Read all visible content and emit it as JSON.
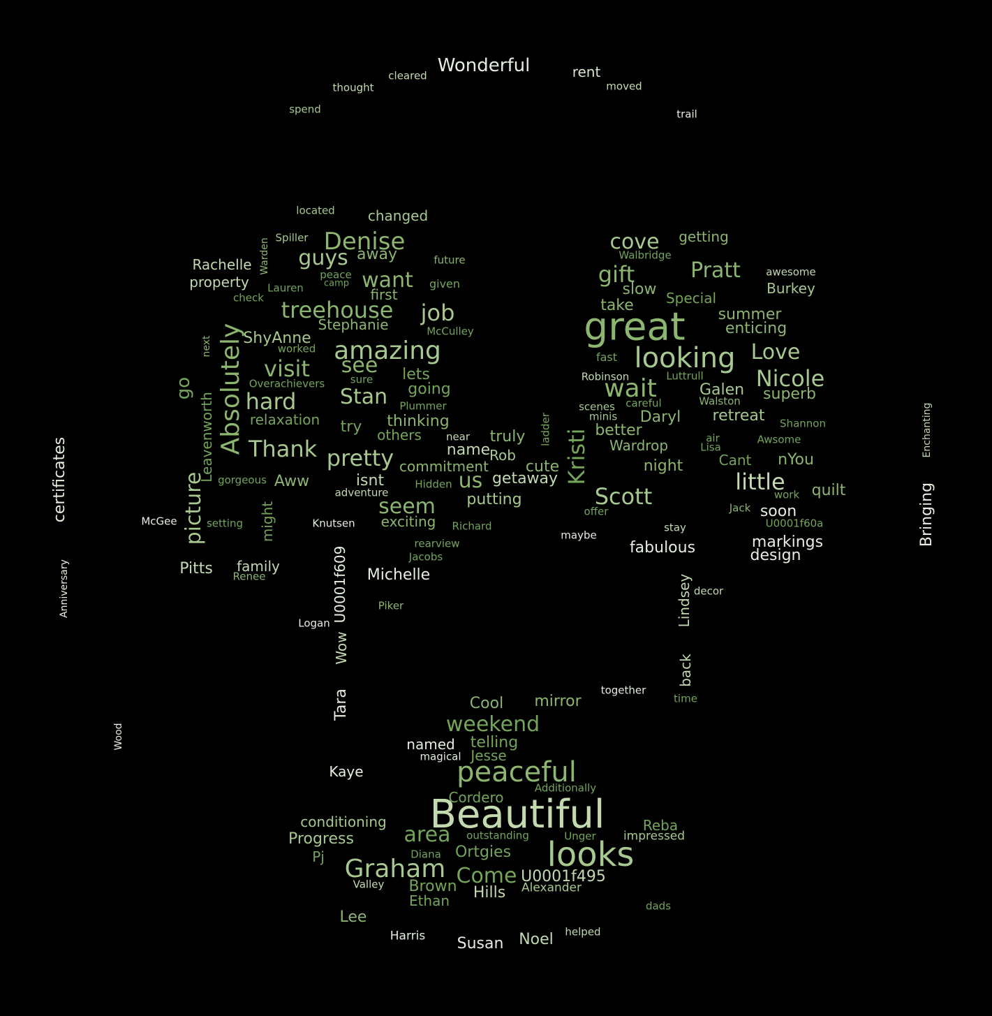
{
  "colors": {
    "background": "#000000",
    "palette": [
      "#e6eee0",
      "#c3d9b0",
      "#a7c88e",
      "#8cb570",
      "#74a55a"
    ]
  },
  "words": [
    {
      "text": "Wonderful",
      "c": "#e6eee0"
    },
    {
      "text": "rent",
      "c": "#d8e5cd"
    },
    {
      "text": "cleared",
      "c": "#c3d9b0"
    },
    {
      "text": "thought",
      "c": "#c3d9b0"
    },
    {
      "text": "moved",
      "c": "#c3d9b0"
    },
    {
      "text": "spend",
      "c": "#a7c88e"
    },
    {
      "text": "trail",
      "c": "#e6eee0"
    },
    {
      "text": "located",
      "c": "#a7c88e"
    },
    {
      "text": "changed",
      "c": "#a7c88e"
    },
    {
      "text": "Denise",
      "c": "#8cb570"
    },
    {
      "text": "Spiller",
      "c": "#a7c88e"
    },
    {
      "text": "Warden",
      "c": "#8cb570"
    },
    {
      "text": "guys",
      "c": "#a7c88e"
    },
    {
      "text": "away",
      "c": "#8cb570"
    },
    {
      "text": "future",
      "c": "#8cb570"
    },
    {
      "text": "cove",
      "c": "#a7c88e"
    },
    {
      "text": "getting",
      "c": "#8cb570"
    },
    {
      "text": "Walbridge",
      "c": "#74a55a"
    },
    {
      "text": "Rachelle",
      "c": "#c3d9b0"
    },
    {
      "text": "property",
      "c": "#c3d9b0"
    },
    {
      "text": "Lauren",
      "c": "#74a55a"
    },
    {
      "text": "peace",
      "c": "#74a55a"
    },
    {
      "text": "camp",
      "c": "#74a55a"
    },
    {
      "text": "want",
      "c": "#8cb570"
    },
    {
      "text": "given",
      "c": "#74a55a"
    },
    {
      "text": "gift",
      "c": "#8cb570"
    },
    {
      "text": "Pratt",
      "c": "#8cb570"
    },
    {
      "text": "awesome",
      "c": "#c3d9b0"
    },
    {
      "text": "slow",
      "c": "#8cb570"
    },
    {
      "text": "Burkey",
      "c": "#a7c88e"
    },
    {
      "text": "check",
      "c": "#74a55a"
    },
    {
      "text": "first",
      "c": "#8cb570"
    },
    {
      "text": "Special",
      "c": "#74a55a"
    },
    {
      "text": "treehouse",
      "c": "#8cb570"
    },
    {
      "text": "job",
      "c": "#a7c88e"
    },
    {
      "text": "take",
      "c": "#8cb570"
    },
    {
      "text": "summer",
      "c": "#8cb570"
    },
    {
      "text": "Stephanie",
      "c": "#8cb570"
    },
    {
      "text": "McCulley",
      "c": "#74a55a"
    },
    {
      "text": "great",
      "c": "#8cb570"
    },
    {
      "text": "enticing",
      "c": "#8cb570"
    },
    {
      "text": "Absolutely",
      "c": "#8cb570"
    },
    {
      "text": "next",
      "c": "#8cb570"
    },
    {
      "text": "ShyAnne",
      "c": "#a7c88e"
    },
    {
      "text": "worked",
      "c": "#74a55a"
    },
    {
      "text": "amazing",
      "c": "#a7c88e"
    },
    {
      "text": "looking",
      "c": "#a7c88e"
    },
    {
      "text": "Love",
      "c": "#a7c88e"
    },
    {
      "text": "fast",
      "c": "#74a55a"
    },
    {
      "text": "visit",
      "c": "#8cb570"
    },
    {
      "text": "see",
      "c": "#8cb570"
    },
    {
      "text": "sure",
      "c": "#74a55a"
    },
    {
      "text": "lets",
      "c": "#74a55a"
    },
    {
      "text": "Nicole",
      "c": "#a7c88e"
    },
    {
      "text": "go",
      "c": "#74a55a"
    },
    {
      "text": "Overachievers",
      "c": "#74a55a"
    },
    {
      "text": "Robinson",
      "c": "#c3d9b0"
    },
    {
      "text": "Luttrull",
      "c": "#74a55a"
    },
    {
      "text": "wait",
      "c": "#8cb570"
    },
    {
      "text": "Galen",
      "c": "#a7c88e"
    },
    {
      "text": "Leavenworth",
      "c": "#74a55a"
    },
    {
      "text": "going",
      "c": "#74a55a"
    },
    {
      "text": "Stan",
      "c": "#a7c88e"
    },
    {
      "text": "superb",
      "c": "#8cb570"
    },
    {
      "text": "hard",
      "c": "#a7c88e"
    },
    {
      "text": "Plummer",
      "c": "#74a55a"
    },
    {
      "text": "Walston",
      "c": "#8cb570"
    },
    {
      "text": "scenes",
      "c": "#a7c88e"
    },
    {
      "text": "careful",
      "c": "#74a55a"
    },
    {
      "text": "Enchanting",
      "c": "#c3d9b0"
    },
    {
      "text": "relaxation",
      "c": "#74a55a"
    },
    {
      "text": "thinking",
      "c": "#8cb570"
    },
    {
      "text": "retreat",
      "c": "#a7c88e"
    },
    {
      "text": "minis",
      "c": "#a7c88e"
    },
    {
      "text": "Daryl",
      "c": "#8cb570"
    },
    {
      "text": "Shannon",
      "c": "#74a55a"
    },
    {
      "text": "certificates",
      "c": "#e6eee0"
    },
    {
      "text": "try",
      "c": "#74a55a"
    },
    {
      "text": "Kristi",
      "c": "#74a55a"
    },
    {
      "text": "ladder",
      "c": "#74a55a"
    },
    {
      "text": "better",
      "c": "#8cb570"
    },
    {
      "text": "others",
      "c": "#74a55a"
    },
    {
      "text": "near",
      "c": "#c3d9b0"
    },
    {
      "text": "truly",
      "c": "#8cb570"
    },
    {
      "text": "air",
      "c": "#74a55a"
    },
    {
      "text": "Awsome",
      "c": "#74a55a"
    },
    {
      "text": "Thank",
      "c": "#a7c88e"
    },
    {
      "text": "Wardrop",
      "c": "#8cb570"
    },
    {
      "text": "Lisa",
      "c": "#74a55a"
    },
    {
      "text": "name",
      "c": "#c3d9b0"
    },
    {
      "text": "pretty",
      "c": "#a7c88e"
    },
    {
      "text": "Rob",
      "c": "#a7c88e"
    },
    {
      "text": "commitment",
      "c": "#8cb570"
    },
    {
      "text": "cute",
      "c": "#8cb570"
    },
    {
      "text": "night",
      "c": "#8cb570"
    },
    {
      "text": "Cant",
      "c": "#74a55a"
    },
    {
      "text": "nYou",
      "c": "#8cb570"
    },
    {
      "text": "Bringing",
      "c": "#e6eee0"
    },
    {
      "text": "picture",
      "c": "#a7c88e"
    },
    {
      "text": "Aww",
      "c": "#8cb570"
    },
    {
      "text": "isnt",
      "c": "#c3d9b0"
    },
    {
      "text": "gorgeous",
      "c": "#74a55a"
    },
    {
      "text": "us",
      "c": "#8cb570"
    },
    {
      "text": "getaway",
      "c": "#c3d9b0"
    },
    {
      "text": "little",
      "c": "#c3d9b0"
    },
    {
      "text": "Hidden",
      "c": "#74a55a"
    },
    {
      "text": "adventure",
      "c": "#c3d9b0"
    },
    {
      "text": "Scott",
      "c": "#a7c88e"
    },
    {
      "text": "quilt",
      "c": "#8cb570"
    },
    {
      "text": "work",
      "c": "#74a55a"
    },
    {
      "text": "seem",
      "c": "#8cb570"
    },
    {
      "text": "putting",
      "c": "#a7c88e"
    },
    {
      "text": "soon",
      "c": "#e6eee0"
    },
    {
      "text": "Jack",
      "c": "#8cb570"
    },
    {
      "text": "offer",
      "c": "#74a55a"
    },
    {
      "text": "McGee",
      "c": "#e6eee0"
    },
    {
      "text": "setting",
      "c": "#74a55a"
    },
    {
      "text": "might",
      "c": "#74a55a"
    },
    {
      "text": "Knutsen",
      "c": "#e6eee0"
    },
    {
      "text": "exciting",
      "c": "#8cb570"
    },
    {
      "text": "Richard",
      "c": "#74a55a"
    },
    {
      "text": "stay",
      "c": "#c3d9b0"
    },
    {
      "text": "U0001f60a",
      "c": "#74a55a"
    },
    {
      "text": "maybe",
      "c": "#e6eee0"
    },
    {
      "text": "markings",
      "c": "#e6eee0"
    },
    {
      "text": "rearview",
      "c": "#74a55a"
    },
    {
      "text": "fabulous",
      "c": "#e6eee0"
    },
    {
      "text": "design",
      "c": "#e6eee0"
    },
    {
      "text": "Anniversary",
      "c": "#e6eee0"
    },
    {
      "text": "Jacobs",
      "c": "#74a55a"
    },
    {
      "text": "U0001f609",
      "c": "#e6eee0"
    },
    {
      "text": "Pitts",
      "c": "#c3d9b0"
    },
    {
      "text": "family",
      "c": "#c3d9b0"
    },
    {
      "text": "Renee",
      "c": "#8cb570"
    },
    {
      "text": "Michelle",
      "c": "#e6eee0"
    },
    {
      "text": "Lindsey",
      "c": "#c3d9b0"
    },
    {
      "text": "decor",
      "c": "#c3d9b0"
    },
    {
      "text": "Piker",
      "c": "#8cb570"
    },
    {
      "text": "Logan",
      "c": "#e6eee0"
    },
    {
      "text": "Wow",
      "c": "#c3d9b0"
    },
    {
      "text": "back",
      "c": "#c3d9b0"
    },
    {
      "text": "Tara",
      "c": "#e6eee0"
    },
    {
      "text": "together",
      "c": "#e6eee0"
    },
    {
      "text": "time",
      "c": "#74a55a"
    },
    {
      "text": "Cool",
      "c": "#8cb570"
    },
    {
      "text": "mirror",
      "c": "#8cb570"
    },
    {
      "text": "weekend",
      "c": "#74a55a"
    },
    {
      "text": "Wood",
      "c": "#e6eee0"
    },
    {
      "text": "named",
      "c": "#e6eee0"
    },
    {
      "text": "telling",
      "c": "#74a55a"
    },
    {
      "text": "magical",
      "c": "#e6eee0"
    },
    {
      "text": "Jesse",
      "c": "#74a55a"
    },
    {
      "text": "peaceful",
      "c": "#8cb570"
    },
    {
      "text": "Kaye",
      "c": "#e6eee0"
    },
    {
      "text": "Additionally",
      "c": "#74a55a"
    },
    {
      "text": "Cordero",
      "c": "#74a55a"
    },
    {
      "text": "conditioning",
      "c": "#a7c88e"
    },
    {
      "text": "Beautiful",
      "c": "#c3d9b0"
    },
    {
      "text": "area",
      "c": "#74a55a"
    },
    {
      "text": "Reba",
      "c": "#74a55a"
    },
    {
      "text": "Progress",
      "c": "#a7c88e"
    },
    {
      "text": "outstanding",
      "c": "#74a55a"
    },
    {
      "text": "Unger",
      "c": "#74a55a"
    },
    {
      "text": "impressed",
      "c": "#a7c88e"
    },
    {
      "text": "Pj",
      "c": "#74a55a"
    },
    {
      "text": "Diana",
      "c": "#74a55a"
    },
    {
      "text": "Ortgies",
      "c": "#74a55a"
    },
    {
      "text": "looks",
      "c": "#a7c88e"
    },
    {
      "text": "Graham",
      "c": "#a7c88e"
    },
    {
      "text": "Come",
      "c": "#74a55a"
    },
    {
      "text": "U0001f495",
      "c": "#c3d9b0"
    },
    {
      "text": "Valley",
      "c": "#c3d9b0"
    },
    {
      "text": "Brown",
      "c": "#74a55a"
    },
    {
      "text": "Hills",
      "c": "#c3d9b0"
    },
    {
      "text": "Alexander",
      "c": "#a7c88e"
    },
    {
      "text": "Ethan",
      "c": "#74a55a"
    },
    {
      "text": "dads",
      "c": "#74a55a"
    },
    {
      "text": "Lee",
      "c": "#8cb570"
    },
    {
      "text": "Harris",
      "c": "#e6eee0"
    },
    {
      "text": "helped",
      "c": "#c3d9b0"
    },
    {
      "text": "Noel",
      "c": "#c3d9b0"
    },
    {
      "text": "Susan",
      "c": "#e6eee0"
    }
  ]
}
